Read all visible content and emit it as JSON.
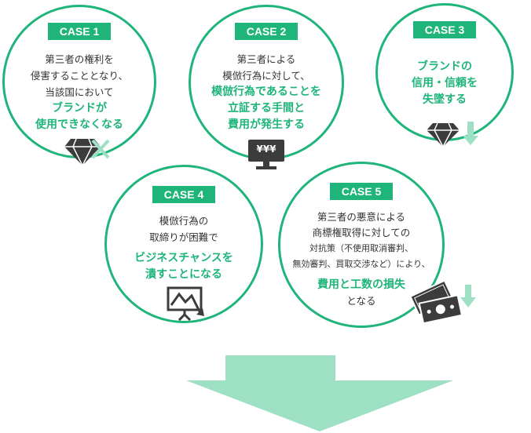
{
  "colors": {
    "accent": "#1fb57a",
    "light": "#9ee0c4",
    "icon": "#3c3c3c"
  },
  "cases": [
    {
      "label": "CASE 1",
      "lines": [
        "第三者の権利を",
        "侵害することとなり、",
        "当該国において"
      ],
      "highlight": [
        "ブランドが",
        "使用できなくなる"
      ],
      "icon": "diamond-x-icon"
    },
    {
      "label": "CASE 2",
      "lines": [
        "第三者による",
        "模倣行為に対して、"
      ],
      "highlight": [
        "模倣行為であることを",
        "立証する手間と",
        "費用が発生する"
      ],
      "icon": "monitor-yen-icon",
      "icon_text": "¥¥¥"
    },
    {
      "label": "CASE 3",
      "highlight": [
        "ブランドの",
        "信用・信頼を",
        "失墜する"
      ],
      "icon": "diamond-down-icon"
    },
    {
      "label": "CASE 4",
      "lines": [
        "模倣行為の",
        "取締りが困難で"
      ],
      "highlight": [
        "ビジネスチャンスを",
        "潰すことになる"
      ],
      "icon": "chart-down-icon"
    },
    {
      "label": "CASE 5",
      "lines": [
        "第三者の悪意による",
        "商標権取得に対しての",
        "対抗策（不使用取消審判、",
        "無効審判、買取交渉など）により、"
      ],
      "highlight": [
        "費用と工数の損失"
      ],
      "after": "となる",
      "icon": "money-down-icon"
    }
  ]
}
